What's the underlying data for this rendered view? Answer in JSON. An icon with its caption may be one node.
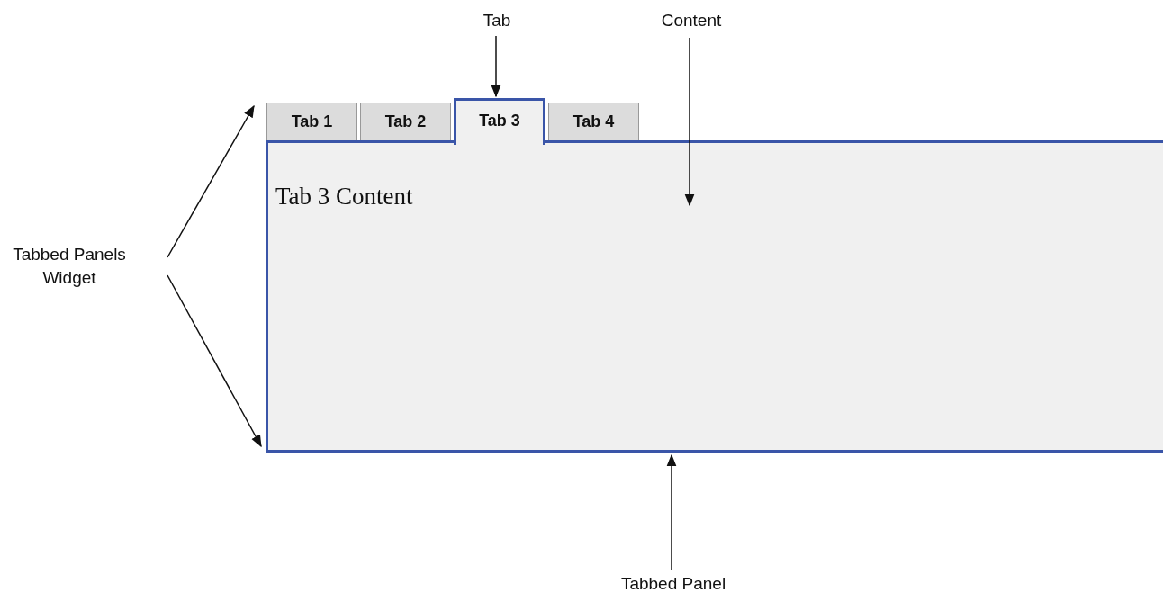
{
  "diagram": {
    "nodes": [
      {
        "text": [
          "Tab"
        ]
      },
      {
        "text": [
          "Content"
        ]
      },
      {
        "text": [
          "Tab 1"
        ]
      },
      {
        "text": [
          "Tab 2"
        ]
      },
      {
        "text": [
          "Tab 3"
        ]
      },
      {
        "text": [
          "Tab 4"
        ]
      },
      {
        "text": [
          "Tab 3 Content"
        ]
      },
      {
        "text": [
          "Tabbed Panels Widget"
        ]
      },
      {
        "text": [
          "Tabbed Panel"
        ]
      }
    ],
    "edges": [
      {
        "from": 0,
        "to": 4,
        "arrow": "to"
      },
      {
        "from": 1,
        "to": 6,
        "arrow": "to"
      },
      {
        "from": 7,
        "to": 2,
        "arrow": "to"
      },
      {
        "from": 7,
        "to": 6,
        "arrow": "to"
      },
      {
        "from": 8,
        "to": 6,
        "arrow": "to"
      }
    ]
  }
}
